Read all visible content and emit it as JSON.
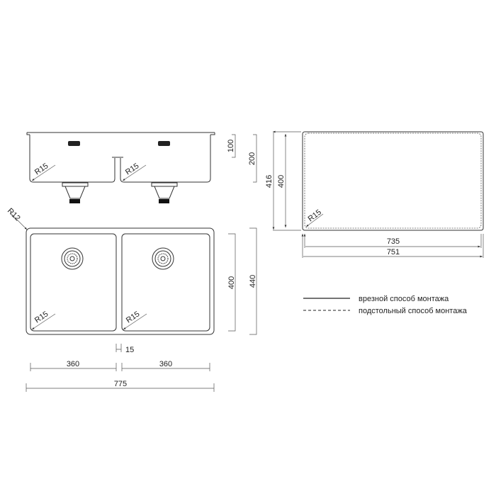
{
  "side_view": {
    "dim_depth_small": "100",
    "dim_depth_total": "200",
    "radius_left": "R15",
    "radius_right": "R15"
  },
  "top_view": {
    "corner_radius": "R12",
    "bowl_radius_left": "R15",
    "bowl_radius_right": "R15",
    "dim_bowl_height": "400",
    "dim_total_height": "440",
    "dim_divider": "15",
    "dim_bowl_left_width": "360",
    "dim_bowl_right_width": "360",
    "dim_total_width": "775"
  },
  "cutout_view": {
    "dim_outer_height": "416",
    "dim_inner_height": "400",
    "corner_radius": "R15",
    "dim_inner_width": "735",
    "dim_outer_width": "751"
  },
  "legend": {
    "solid_label": "врезной способ монтажа",
    "dashed_label": "подстольный способ монтажа"
  }
}
